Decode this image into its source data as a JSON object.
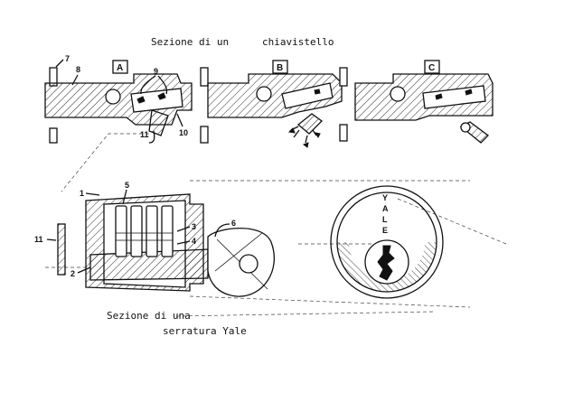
{
  "titles": {
    "top_left": "Sezione di un",
    "top_right": "chiavistello",
    "bottom_line1": "Sezione di una",
    "bottom_line2": "serratura Yale"
  },
  "panels": [
    "A",
    "B",
    "C"
  ],
  "numbers": {
    "n1": "1",
    "n2": "2",
    "n3": "3",
    "n4": "4",
    "n5": "5",
    "n6": "6",
    "n7": "7",
    "n8": "8",
    "n9": "9",
    "n10": "10",
    "n11_top": "11",
    "n11_bottom": "11"
  },
  "cylinder_brand": [
    "Y",
    "A",
    "L",
    "E"
  ]
}
